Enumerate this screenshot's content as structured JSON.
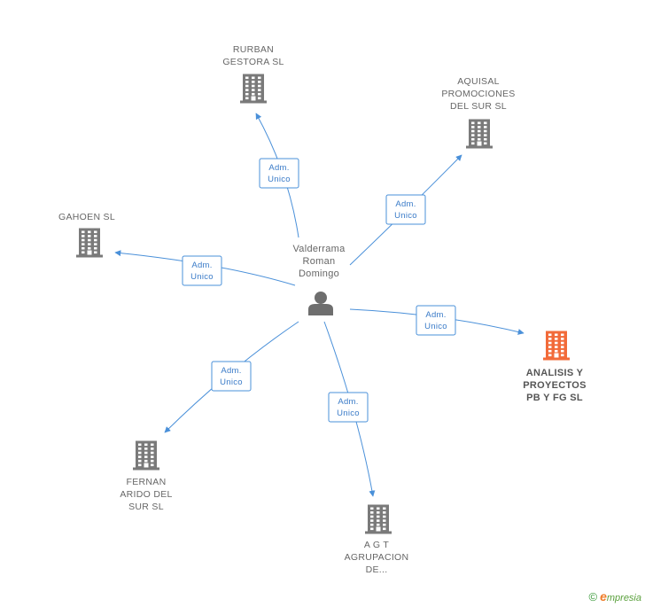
{
  "center": {
    "lines": [
      "Valderrama",
      "Roman",
      "Domingo"
    ],
    "icon": "person-icon"
  },
  "nodes": [
    {
      "id": "rurban",
      "lines": [
        "RURBAN",
        "GESTORA SL"
      ],
      "icon": "building-icon",
      "focus": false
    },
    {
      "id": "aquisal",
      "lines": [
        "AQUISAL",
        "PROMOCIONES",
        "DEL SUR SL"
      ],
      "icon": "building-icon",
      "focus": false
    },
    {
      "id": "gahoen",
      "lines": [
        "GAHOEN SL"
      ],
      "icon": "building-icon",
      "focus": false
    },
    {
      "id": "analisis",
      "lines": [
        "ANALISIS Y",
        "PROYECTOS",
        "PB Y FG SL"
      ],
      "icon": "building-icon",
      "focus": true
    },
    {
      "id": "fernan",
      "lines": [
        "FERNAN",
        "ARIDO DEL",
        "SUR SL"
      ],
      "icon": "building-icon",
      "focus": false
    },
    {
      "id": "agt",
      "lines": [
        "A G T",
        "AGRUPACION",
        "DE..."
      ],
      "icon": "building-icon",
      "focus": false
    }
  ],
  "edges": [
    {
      "to": "rurban",
      "lines": [
        "Adm.",
        "Unico"
      ]
    },
    {
      "to": "aquisal",
      "lines": [
        "Adm.",
        "Unico"
      ]
    },
    {
      "to": "gahoen",
      "lines": [
        "Adm.",
        "Unico"
      ]
    },
    {
      "to": "analisis",
      "lines": [
        "Adm.",
        "Unico"
      ]
    },
    {
      "to": "fernan",
      "lines": [
        "Adm.",
        "Unico"
      ]
    },
    {
      "to": "agt",
      "lines": [
        "Adm.",
        "Unico"
      ]
    }
  ],
  "colors": {
    "edge": "#4a90d9",
    "building": "#7a7a7a",
    "building_focus": "#f26b3a",
    "person": "#6e6e6e"
  },
  "footer": {
    "copyright": "©",
    "brand_initial": "e",
    "brand_rest": "mpresia"
  }
}
